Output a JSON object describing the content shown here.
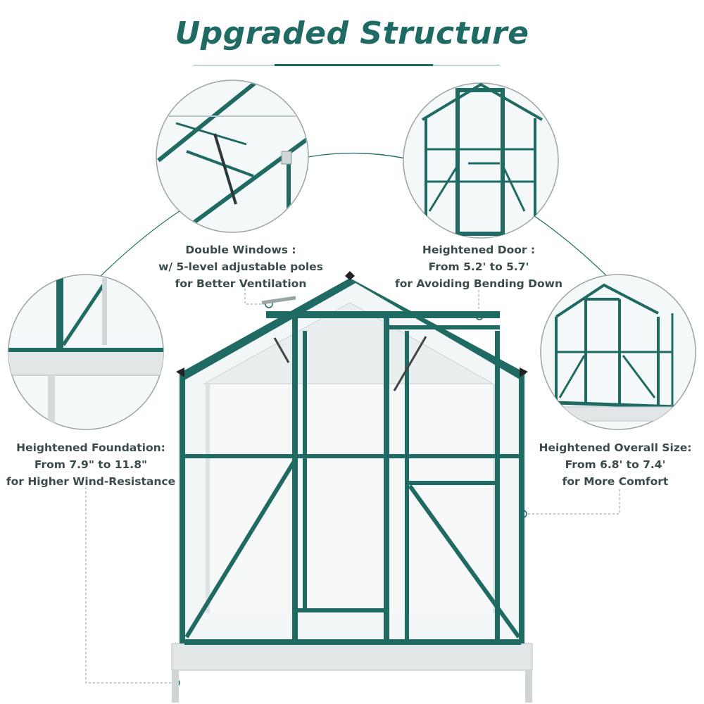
{
  "title": "Upgraded Structure",
  "features": {
    "windows": {
      "title": "Double Windows :",
      "line2": "w/ 5-level adjustable poles",
      "line3": "for Better Ventilation"
    },
    "door": {
      "title": "Heightened Door :",
      "line2": "From 5.2' to 5.7'",
      "line3": "for Avoiding Bending Down"
    },
    "foundation": {
      "title": "Heightened Foundation:",
      "line2": "From 7.9\" to 11.8\"",
      "line3": "for Higher Wind-Resistance"
    },
    "size": {
      "title": "Heightened Overall Size:",
      "line2": "From 6.8' to 7.4'",
      "line3": "for More Comfort"
    }
  },
  "colors": {
    "frame": "#1f6b63",
    "accent": "#1f6b63",
    "base": "#d9dcdc"
  },
  "icons": [
    "greenhouse-illustration",
    "window-detail-image",
    "door-detail-image",
    "foundation-detail-image",
    "overall-size-detail-image"
  ]
}
